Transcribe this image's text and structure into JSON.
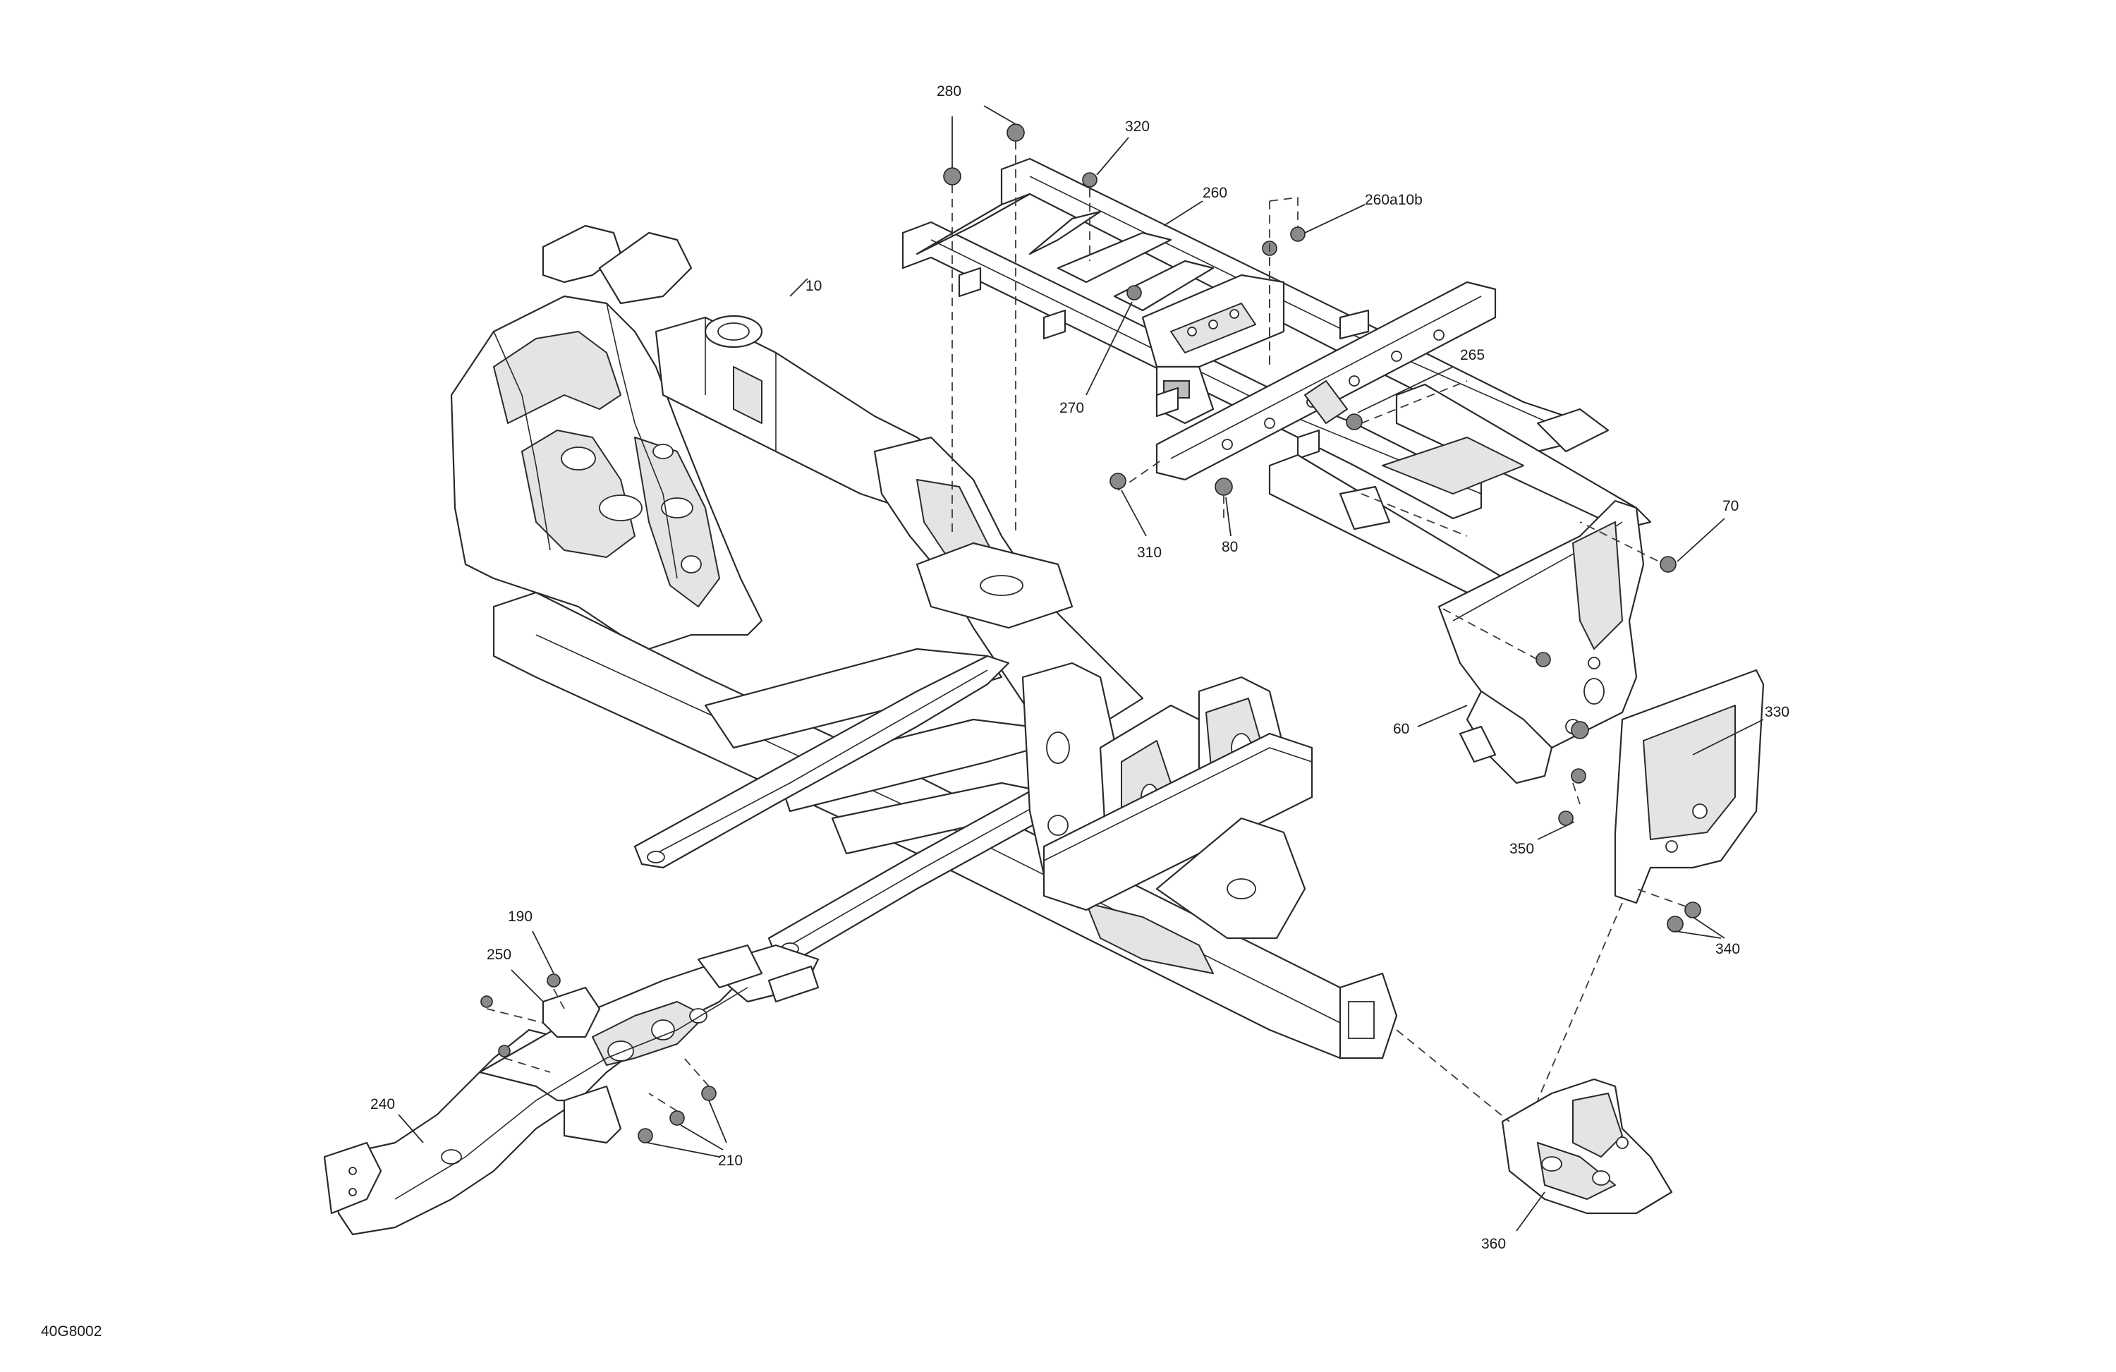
{
  "drawing_number": "40G8002",
  "callouts": {
    "c10": "10",
    "c60": "60",
    "c70": "70",
    "c80": "80",
    "c190": "190",
    "c210": "210",
    "c240": "240",
    "c250": "250",
    "c260": "260",
    "c260a10b": "260a10b",
    "c265": "265",
    "c270": "270",
    "c280": "280",
    "c310": "310",
    "c320": "320",
    "c330": "330",
    "c340": "340",
    "c350": "350",
    "c360": "360"
  }
}
